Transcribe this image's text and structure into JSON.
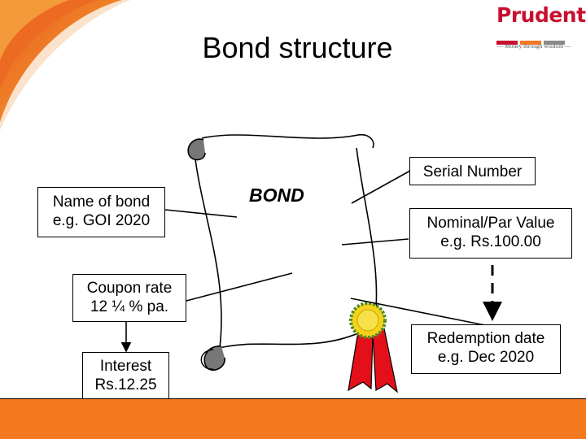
{
  "title": "Bond structure",
  "logo": {
    "name": "Prudent",
    "tagline": "— Money through wisdom —",
    "colors": [
      "#c8102e",
      "#f47920",
      "#8a8a8a"
    ]
  },
  "scroll": {
    "label": "BOND"
  },
  "labels": {
    "name_of_bond": {
      "line1": "Name of bond",
      "line2": "e.g. GOI 2020"
    },
    "serial_number": {
      "line1": "Serial Number"
    },
    "nominal_value": {
      "line1": "Nominal/Par Value",
      "line2": "e.g. Rs.100.00"
    },
    "coupon_rate": {
      "line1": "Coupon rate",
      "line2": "12 ¼ % pa."
    },
    "interest": {
      "line1": "Interest",
      "line2": "Rs.12.25"
    },
    "redemption_date": {
      "line1": "Redemption date",
      "line2": "e.g. Dec 2020"
    }
  },
  "colors": {
    "accent_orange": "#f47920",
    "accent_red": "#e3101a",
    "scroll_shadow": "#808080",
    "seal_gold": "#f5d31a"
  }
}
